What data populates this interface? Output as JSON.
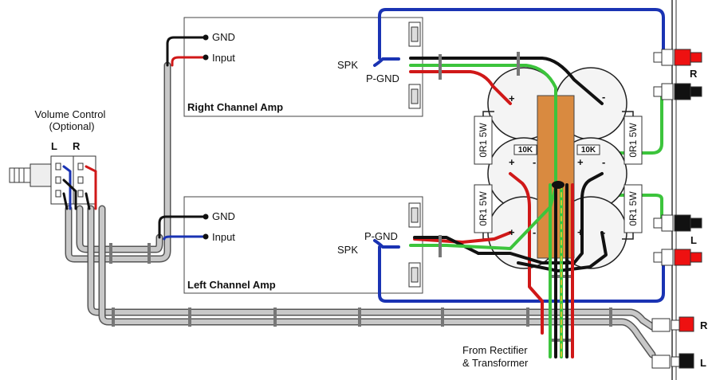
{
  "volume": {
    "title": "Volume Control",
    "subtitle": "(Optional)",
    "left": "L",
    "right": "R"
  },
  "right_amp": {
    "title": "Right Channel Amp",
    "gnd": "GND",
    "input": "Input",
    "spk": "SPK",
    "pgnd": "P-GND"
  },
  "left_amp": {
    "title": "Left Channel Amp",
    "gnd": "GND",
    "input": "Input",
    "spk": "SPK",
    "pgnd": "P-GND"
  },
  "psu": {
    "res1": "0R1 5W",
    "res2": "0R1 5W",
    "res3": "0R1 5W",
    "res4": "0R1 5W",
    "bleed1": "10K",
    "bleed2": "10K",
    "plus": "+",
    "minus": "-"
  },
  "outputs": {
    "speaker_r": "R",
    "speaker_l": "L",
    "input_r": "R",
    "input_l": "L"
  },
  "source": {
    "line1": "From Rectifier",
    "line2": "& Transformer"
  },
  "colors": {
    "blue": "#1a33b3",
    "red": "#d01818",
    "green": "#3cc43c",
    "black": "#111111",
    "grey": "#c8c8c8",
    "cap": "#f4f4f4",
    "board": "#d98a40",
    "jack": "#ee1111"
  }
}
